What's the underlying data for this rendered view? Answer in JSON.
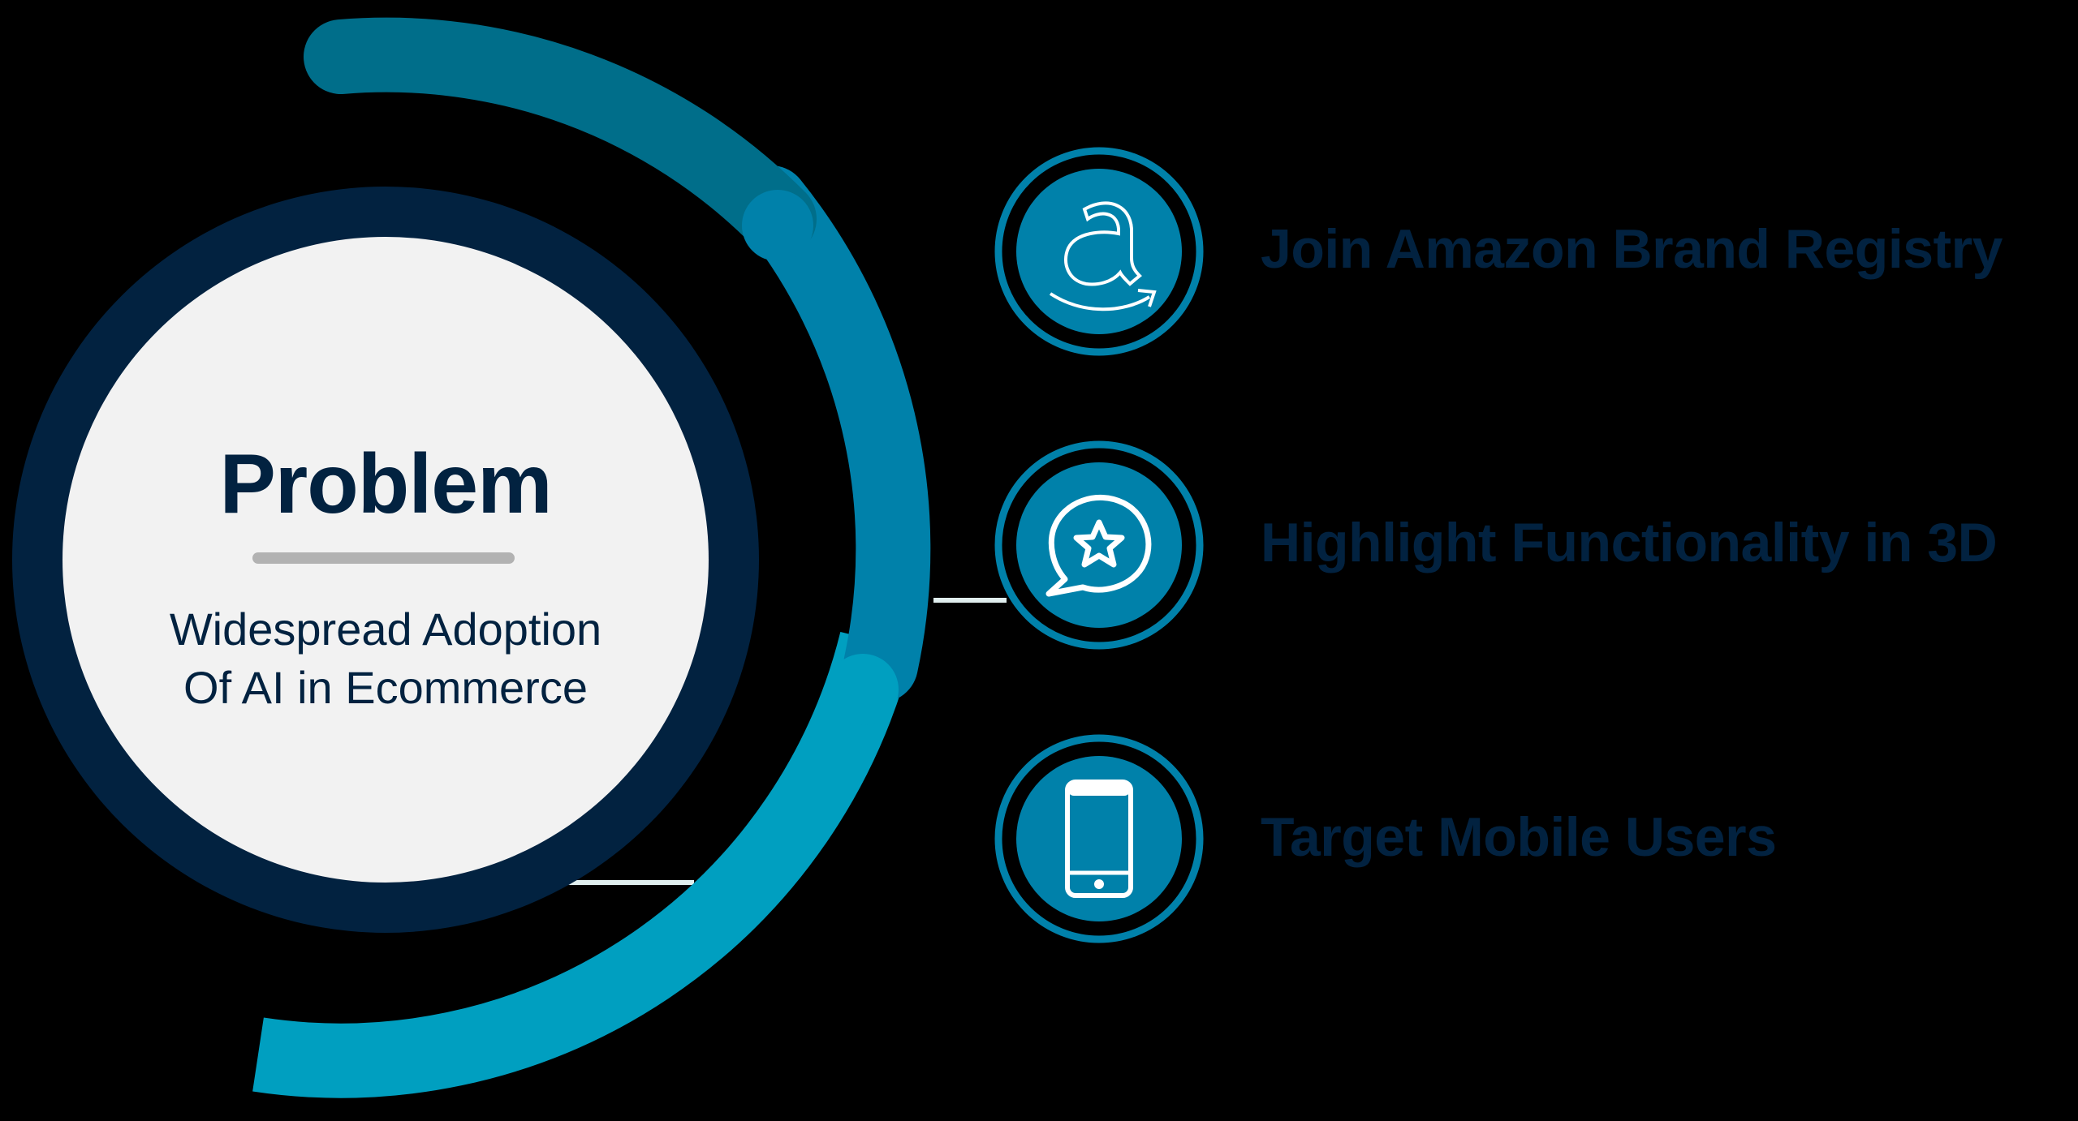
{
  "center": {
    "title": "Problem",
    "subtitle_line1": "Widespread Adoption",
    "subtitle_line2": "Of AI in Ecommerce"
  },
  "steps": [
    {
      "label": "Join Amazon Brand Registry",
      "icon": "amazon-logo-icon"
    },
    {
      "label": "Highlight Functionality in 3D",
      "icon": "chat-star-icon"
    },
    {
      "label": "Target Mobile Users",
      "icon": "smartphone-icon"
    }
  ],
  "colors": {
    "navy": "#022240",
    "center_fill": "#f2f2f2",
    "divider": "#b2b2b2",
    "arc_top": "#006e8a",
    "arc_middle": "#0081aa",
    "arc_bottom": "#009fc0",
    "icon_fill": "#0081aa",
    "connector": "#e0eeee",
    "background": "#000000"
  }
}
